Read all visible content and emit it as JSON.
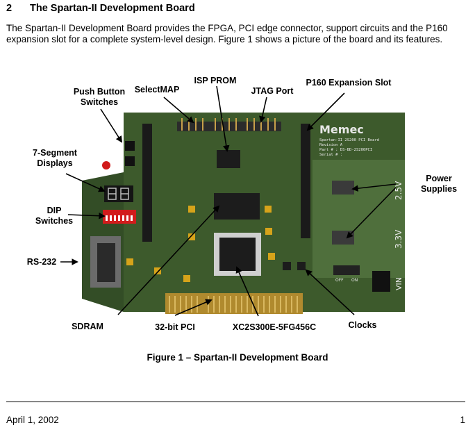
{
  "section": {
    "number": "2",
    "title": "The Spartan-II Development Board"
  },
  "intro": "The Spartan-II Development Board provides the FPGA, PCI edge connector, support circuits and the P160 expansion slot for a complete system-level design. Figure 1 shows a picture of the board and its features.",
  "figure": {
    "labels": {
      "push_button": "Push Button\nSwitches",
      "selectmap": "SelectMAP",
      "isp_prom": "ISP PROM",
      "jtag_port": "JTAG Port",
      "p160": "P160 Expansion Slot",
      "seven_segment": "7-Segment\nDisplays",
      "power_supplies": "Power\nSupplies",
      "dip_switches": "DIP\nSwitches",
      "rs232": "RS-232",
      "sdram": "SDRAM",
      "pci": "32-bit PCI",
      "fpga": "XC2S300E-5FG456C",
      "clocks": "Clocks"
    },
    "board_text": {
      "brand": "Memec",
      "model": "Spartan-II 2S200 PCI Board",
      "revision": "Revision A",
      "part": "Part # : DS-BD-2S200PCI",
      "serial": "Serial # :",
      "v25": "2.5V",
      "v33": "3.3V",
      "vin": "VIN",
      "off": "OFF",
      "on": "ON"
    },
    "caption": "Figure 1 – Spartan-II Development Board"
  },
  "footer": {
    "date": "April 1, 2002",
    "page": "1"
  }
}
